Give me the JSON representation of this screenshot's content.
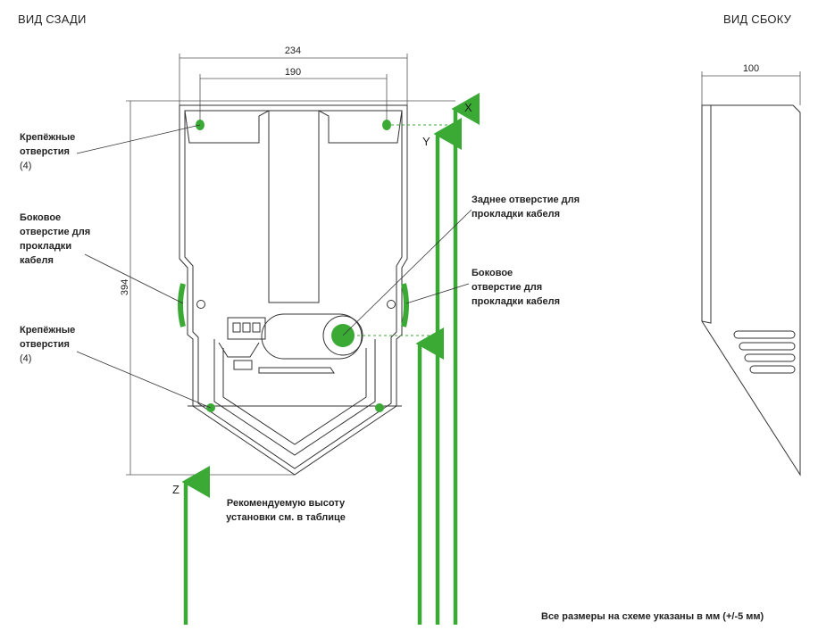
{
  "headers": {
    "rear_view": "ВИД СЗАДИ",
    "side_view": "ВИД СБОКУ"
  },
  "dimensions": {
    "width_total": "234",
    "width_holes": "190",
    "height": "394",
    "depth": "100"
  },
  "axes": {
    "x": "X",
    "y": "Y",
    "z": "Z"
  },
  "labels": {
    "mount_holes_top": [
      "Крепёжные",
      "отверстия",
      "(4)"
    ],
    "side_cable_left": [
      "Боковое",
      "отверстие для",
      "прокладки",
      "кабеля"
    ],
    "mount_holes_bottom": [
      "Крепёжные",
      "отверстия",
      "(4)"
    ],
    "rear_cable": [
      "Заднее отверстие для",
      "прокладки кабеля"
    ],
    "side_cable_right": [
      "Боковое",
      "отверстие для",
      "прокладки кабеля"
    ],
    "install_height": [
      "Рекомендуемую высоту",
      "установки см. в таблице"
    ]
  },
  "footnote": "Все размеры на схеме указаны в мм (+/-5 мм)",
  "colors": {
    "accent_green": "#3aaa35",
    "outline": "#333333",
    "dim_line": "#555555"
  }
}
